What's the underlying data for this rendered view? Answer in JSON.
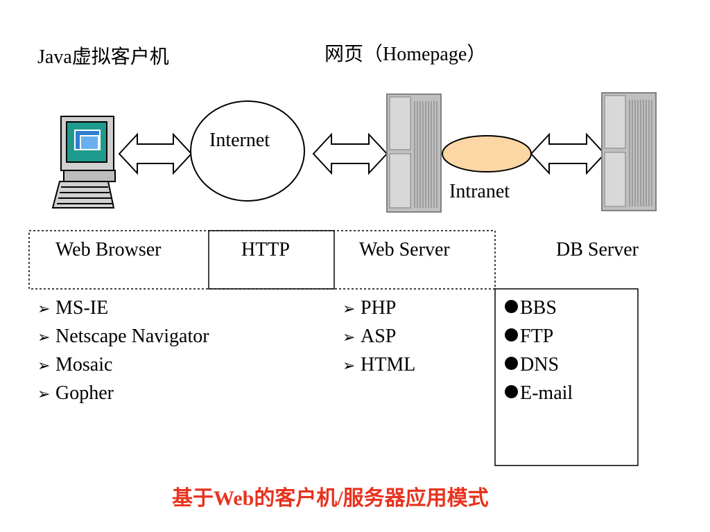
{
  "labels": {
    "jvm_client": "Java虚拟客户机",
    "homepage": "网页（Homepage）",
    "internet": "Internet",
    "intranet": "Intranet"
  },
  "layers": {
    "web_browser": "Web Browser",
    "http": "HTTP",
    "web_server": "Web Server",
    "db_server": "DB Server"
  },
  "browser_list": [
    "MS-IE",
    "Netscape Navigator",
    "Mosaic",
    "Gopher"
  ],
  "server_list": [
    "PHP",
    "ASP",
    "HTML"
  ],
  "db_list": [
    "BBS",
    "FTP",
    "DNS",
    "E-mail"
  ],
  "caption": "基于Web的客户机/服务器应用模式",
  "colors": {
    "intranet_fill": "#fcd7a5",
    "caption": "#e8321e",
    "server_body": "#c0c0c0",
    "monitor_screen": "#1f9a8e"
  },
  "icons": {
    "client": "computer-icon",
    "server": "server-tower-icon",
    "link": "double-arrow-icon",
    "bullet_browser": "arrowhead-bullet-icon",
    "bullet_db": "filled-circle-bullet-icon"
  }
}
